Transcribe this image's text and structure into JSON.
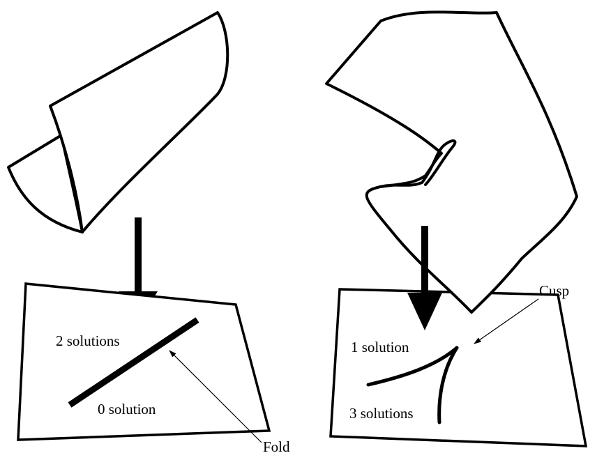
{
  "left_panel": {
    "upper_label": "2 solutions",
    "lower_label": "0 solution",
    "curve_label": "Fold"
  },
  "right_panel": {
    "upper_label": "1 solution",
    "lower_label": "3 solutions",
    "curve_label": "Cusp"
  },
  "colors": {
    "ink": "#000000",
    "background": "#ffffff"
  }
}
